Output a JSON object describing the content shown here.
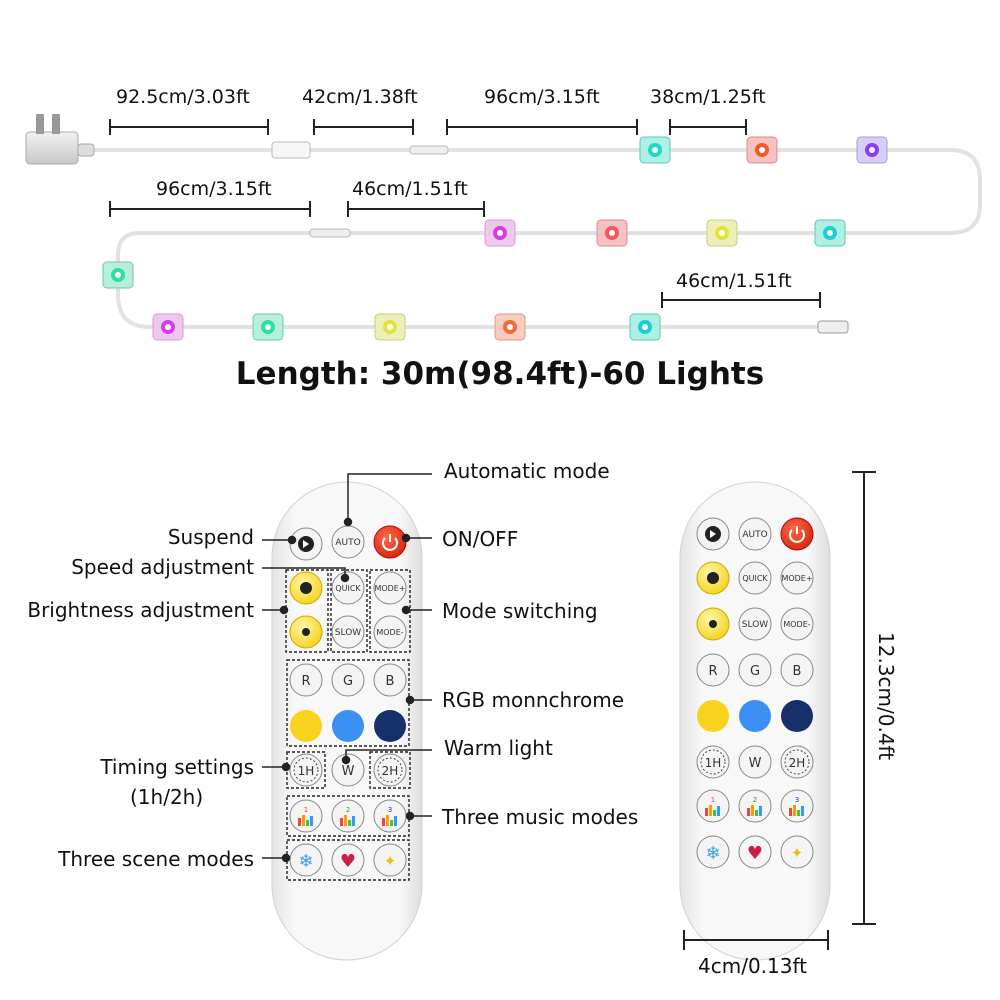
{
  "strip": {
    "measurements": [
      "92.5cm/3.03ft",
      "42cm/1.38ft",
      "96cm/3.15ft",
      "38cm/1.25ft",
      "96cm/3.15ft",
      "46cm/1.51ft",
      "46cm/1.51ft"
    ],
    "title": "Length: 30m(98.4ft)-60 Lights"
  },
  "remote": {
    "auto": "AUTO",
    "quick": "QUICK",
    "slow": "SLOW",
    "mode_plus": "MODE+",
    "mode_minus": "MODE-",
    "r": "R",
    "g": "G",
    "b": "B",
    "w": "W",
    "timer1": "1H",
    "timer2": "2H",
    "music1": "1",
    "music2": "2",
    "music3": "3"
  },
  "labels": {
    "automatic_mode": "Automatic mode",
    "suspend": "Suspend",
    "on_off": "ON/OFF",
    "speed": "Speed adjustment",
    "brightness": "Brightness adjustment",
    "mode_switching": "Mode switching",
    "rgb": "RGB monnchrome",
    "warm": "Warm light",
    "timing": "Timing settings",
    "timing_sub": "(1h/2h)",
    "music": "Three music modes",
    "scene": "Three scene modes"
  },
  "dimensions": {
    "height": "12.3cm/0.4ft",
    "width": "4cm/0.13ft"
  }
}
